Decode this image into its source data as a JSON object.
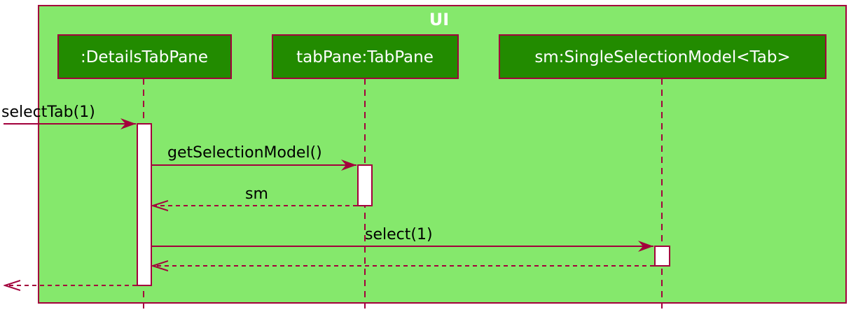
{
  "diagram": {
    "frame_title": "UI",
    "colors": {
      "frame_fill": "#85e86c",
      "border": "#a3003c",
      "participant_fill": "#228b00",
      "participant_text": "#ffffff",
      "activation_fill": "#ffffff"
    },
    "participants": [
      {
        "id": "details",
        "label": ":DetailsTabPane"
      },
      {
        "id": "tabpane",
        "label": "tabPane:TabPane"
      },
      {
        "id": "sm",
        "label": "sm:SingleSelectionModel<Tab>"
      }
    ],
    "messages": [
      {
        "from": "external",
        "to": "details",
        "label": "selectTab(1)",
        "kind": "call"
      },
      {
        "from": "details",
        "to": "tabpane",
        "label": "getSelectionModel()",
        "kind": "call"
      },
      {
        "from": "tabpane",
        "to": "details",
        "label": "sm",
        "kind": "return"
      },
      {
        "from": "details",
        "to": "sm",
        "label": "select(1)",
        "kind": "call"
      },
      {
        "from": "sm",
        "to": "details",
        "label": "",
        "kind": "return"
      },
      {
        "from": "details",
        "to": "external",
        "label": "",
        "kind": "return"
      }
    ]
  }
}
